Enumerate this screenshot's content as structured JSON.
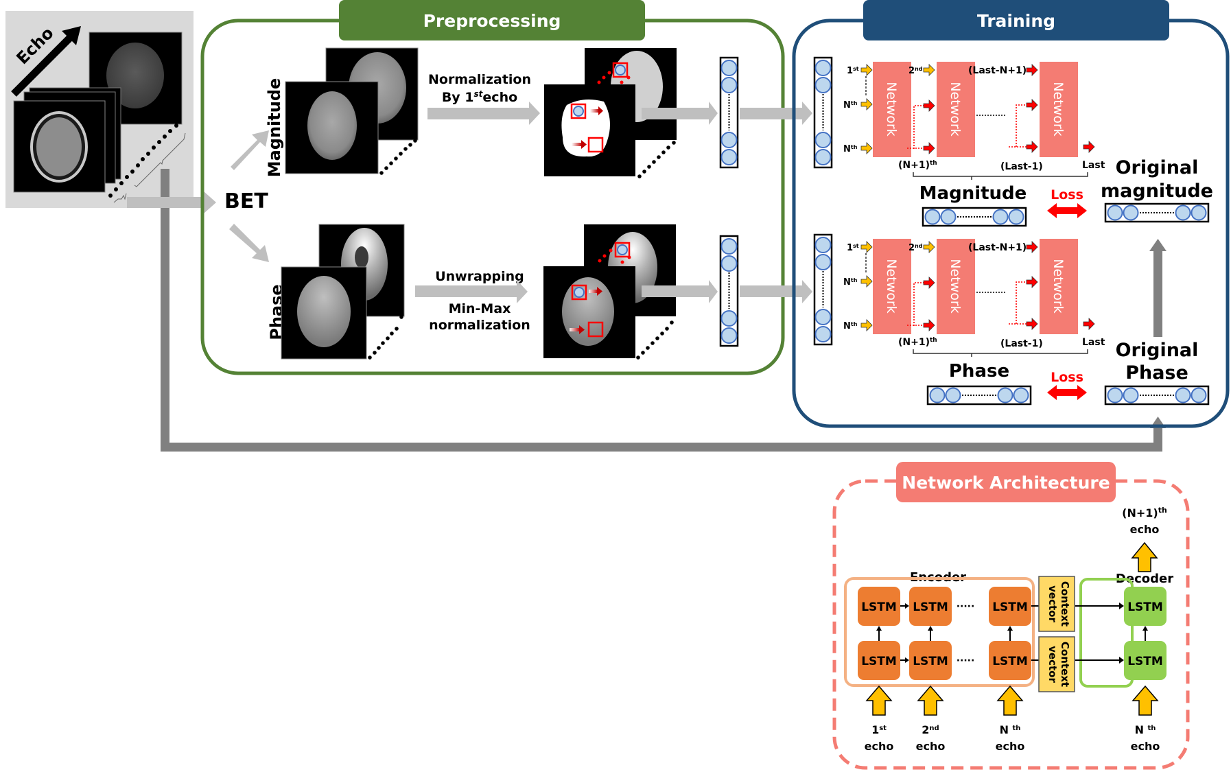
{
  "colors": {
    "preprocessing_green": "#548235",
    "training_blue": "#1f4e79",
    "network_red": "#f47c73",
    "arch_red": "#f47c73",
    "lstm_orange": "#ed7d31",
    "lstm_green": "#92d050",
    "context_yellow": "#ffd966",
    "echo_arrow_yellow": "#ffc000",
    "loss_red": "#ff0000",
    "gray_arrow": "#bfbfbf",
    "dark_gray_arrow": "#808080",
    "node_fill": "#bdd7ee",
    "node_stroke": "#4472c4",
    "echo_panel": "#d9d9d9"
  },
  "input": {
    "echo_label": "Echo"
  },
  "bet_label": "BET",
  "preprocessing": {
    "title": "Preprocessing",
    "magnitude_label": "Magnitude",
    "phase_label": "Phase",
    "magnitude_step": {
      "line1": "Normalization",
      "line2_prefix": "By 1",
      "line2_sup": "st",
      "line2_suffix": "echo"
    },
    "phase_step": {
      "line1": "Unwrapping",
      "line2": "Min-Max",
      "line3": "normalization"
    }
  },
  "training": {
    "title": "Training",
    "network_label": "Network",
    "inputs": {
      "first": {
        "base": "1",
        "sup": "st"
      },
      "second": {
        "base": "2",
        "sup": "nd"
      },
      "nth": {
        "base": "N",
        "sup": "th"
      },
      "last_n_plus_1": "(Last-N+1)"
    },
    "outputs": {
      "n_plus_1": {
        "base": "(N+1)",
        "sup": "th"
      },
      "last_minus_1": "(Last-1)",
      "last": "Last"
    },
    "magnitude_output_label": "Magnitude",
    "phase_output_label": "Phase",
    "loss_label": "Loss",
    "original_magnitude": {
      "line1": "Original",
      "line2": "magnitude"
    },
    "original_phase": {
      "line1": "Original",
      "line2": "Phase"
    }
  },
  "architecture": {
    "title": "Network Architecture",
    "encoder_label": "Encoder",
    "decoder_label": "Decoder",
    "lstm_label": "LSTM",
    "context_label": {
      "line1": "Context",
      "line2": "vector"
    },
    "output_echo": {
      "base": "(N+1)",
      "sup": "th",
      "line2": "echo"
    },
    "input_echoes": [
      {
        "base": "1",
        "sup": "st",
        "line2": "echo"
      },
      {
        "base": "2",
        "sup": "nd",
        "line2": "echo"
      },
      {
        "base": "N ",
        "sup": "th",
        "line2": "echo"
      }
    ],
    "decoder_input_echo": {
      "base": "N ",
      "sup": "th",
      "line2": "echo"
    },
    "ellipsis": "·····"
  }
}
